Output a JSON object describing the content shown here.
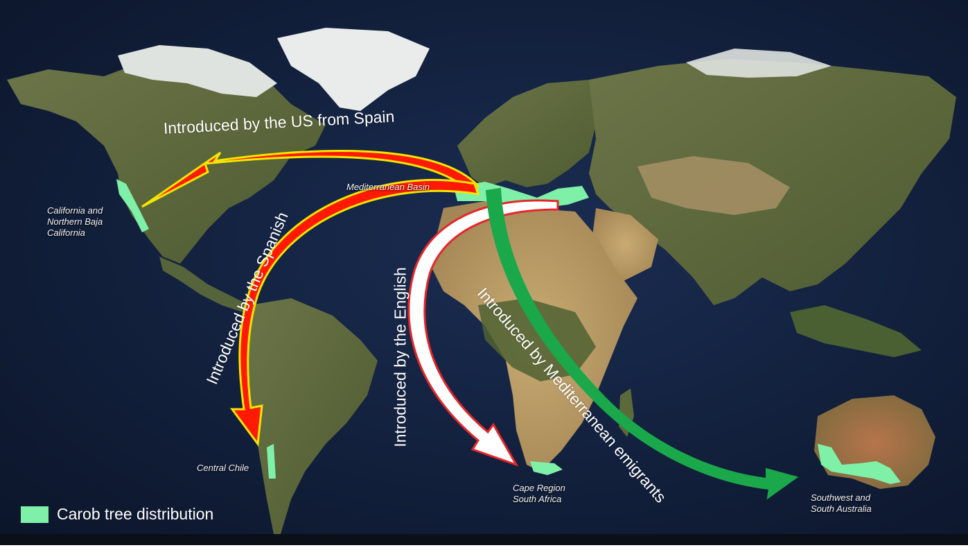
{
  "map": {
    "routes": [
      {
        "id": "us",
        "label": "Introduced by the US from Spain",
        "color": "#f2e600",
        "fill": "#ff1a00"
      },
      {
        "id": "spanish",
        "label": "Introduced by the Spanish",
        "color": "#f2e600",
        "fill": "#ff1a00"
      },
      {
        "id": "english",
        "label": "Introduced by the English",
        "color": "#e5262a",
        "fill": "#ffffff"
      },
      {
        "id": "mediterranean",
        "label": "Introduced by Mediterranean emigrants",
        "color": "#1aa84a",
        "fill": "#1aa84a"
      }
    ],
    "regions": {
      "origin": "Mediterranean Basin",
      "california": [
        "California and",
        "Northern Baja",
        "California"
      ],
      "chile": "Central Chile",
      "cape": [
        "Cape Region",
        "South Africa"
      ],
      "australia": [
        "Southwest and",
        "South Australia"
      ]
    },
    "legend": {
      "label": "Carob tree distribution",
      "color": "#7ff0a8"
    },
    "colors": {
      "ocean": "#0d1a33",
      "land": "#5f6b3e",
      "desert": "#b79a62",
      "ice": "#e9ecea",
      "distribution": "#7ff0a8"
    }
  }
}
